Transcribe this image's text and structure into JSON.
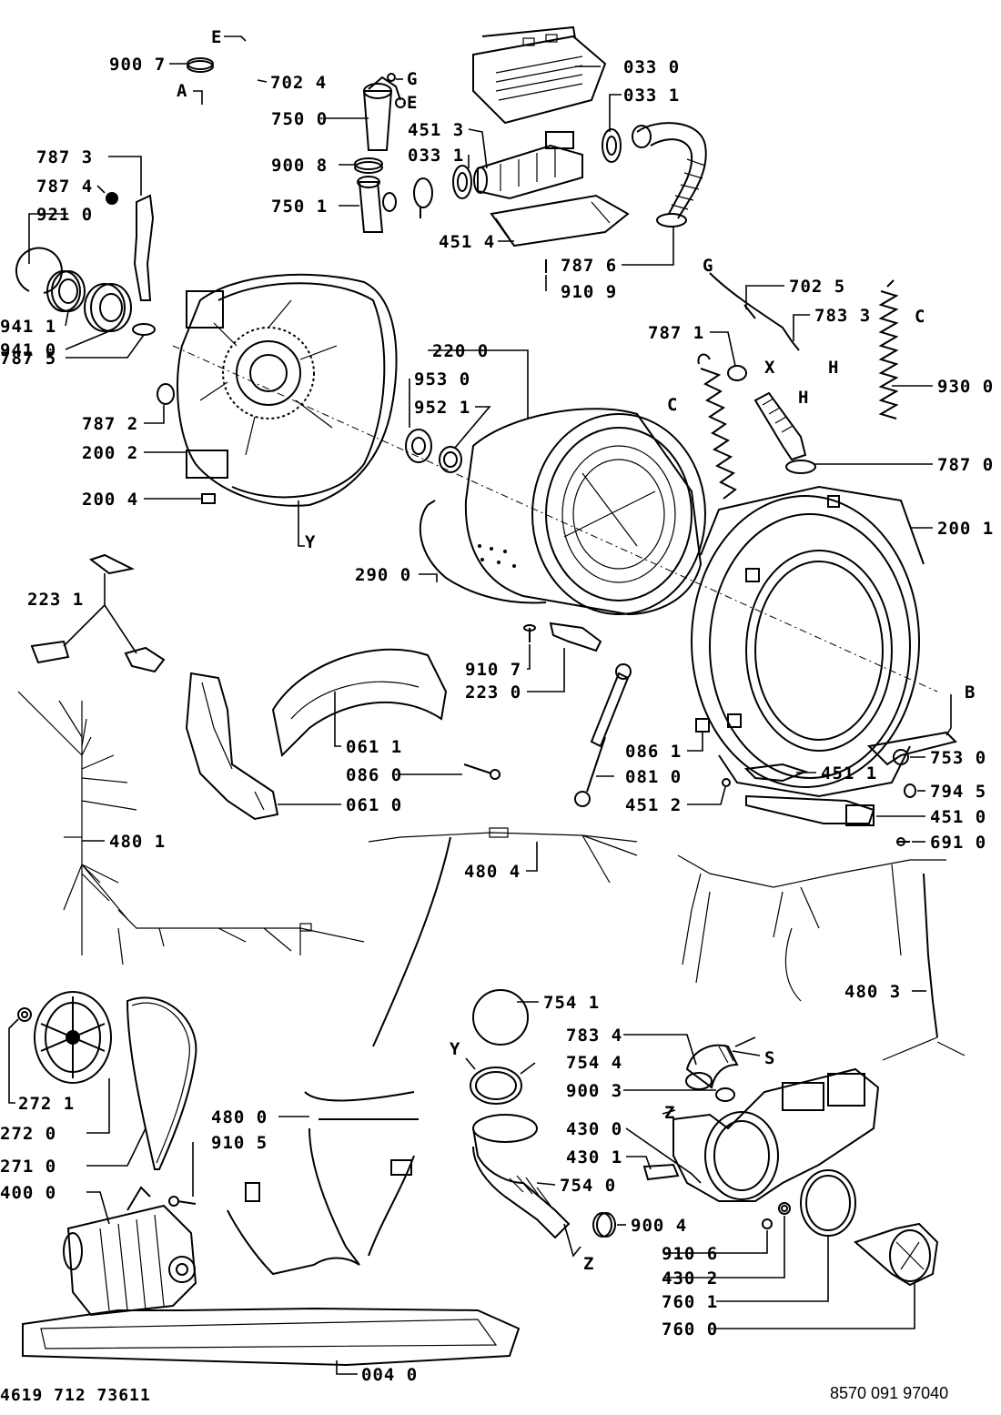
{
  "footer": {
    "left_code": "4619 712 73611",
    "right_code": "8570 091 97040"
  },
  "labels": {
    "p9007": "900 7",
    "p7024": "702 4",
    "p7500": "750 0",
    "p9008": "900 8",
    "p7501": "750 1",
    "p0330": "033 0",
    "p0331a": "033 1",
    "p4513": "451 3",
    "p0331b": "033 1",
    "p4514": "451 4",
    "p7876": "787 6",
    "p9109": "910 9",
    "p7873": "787 3",
    "p7874": "787 4",
    "p9210": "921 0",
    "p9411": "941 1",
    "p9410": "941 0",
    "p7875": "787 5",
    "p7872": "787 2",
    "p2002": "200 2",
    "p2004": "200 4",
    "p2200": "220 0",
    "p9530": "953 0",
    "p9521": "952 1",
    "p7025": "702 5",
    "p7833": "783 3",
    "p7871": "787 1",
    "p9300": "930 0",
    "p7870": "787 0",
    "p2001": "200 1",
    "p2900": "290 0",
    "p2231": "223 1",
    "p9107": "910 7",
    "p2230": "223 0",
    "p0611": "061 1",
    "p0860": "086 0",
    "p0610": "061 0",
    "p0861": "086 1",
    "p0810": "081 0",
    "p4512": "451 2",
    "p4511": "451 1",
    "p7530": "753 0",
    "p7945": "794 5",
    "p4510": "451 0",
    "p6910": "691 0",
    "p4801": "480 1",
    "p4804": "480 4",
    "p4803": "480 3",
    "p7541": "754 1",
    "p7834": "783 4",
    "p7544": "754 4",
    "p9003": "900 3",
    "p4300": "430 0",
    "p4301": "430 1",
    "p7540": "754 0",
    "p9004": "900 4",
    "p9106": "910 6",
    "p4302": "430 2",
    "p7601": "760 1",
    "p7600": "760 0",
    "p2721": "272 1",
    "p2720": "272 0",
    "p2710": "271 0",
    "p4800": "480 0",
    "p9105": "910 5",
    "p4000": "400 0",
    "p0040": "004 0"
  },
  "letters": {
    "E1": "E",
    "A": "A",
    "G1": "G",
    "E2": "E",
    "G2": "G",
    "H1": "H",
    "X": "X",
    "H2": "H",
    "C1": "C",
    "C2": "C",
    "Y1": "Y",
    "B": "B",
    "Y2": "Y",
    "S": "S",
    "Z1": "Z",
    "Z2": "Z"
  }
}
